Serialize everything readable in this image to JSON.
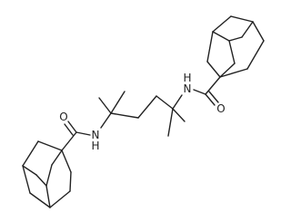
{
  "labels": {
    "o_right": "O",
    "n_right": "N",
    "h_right": "H",
    "o_left": "O",
    "n_left": "N",
    "h_left": "H"
  }
}
